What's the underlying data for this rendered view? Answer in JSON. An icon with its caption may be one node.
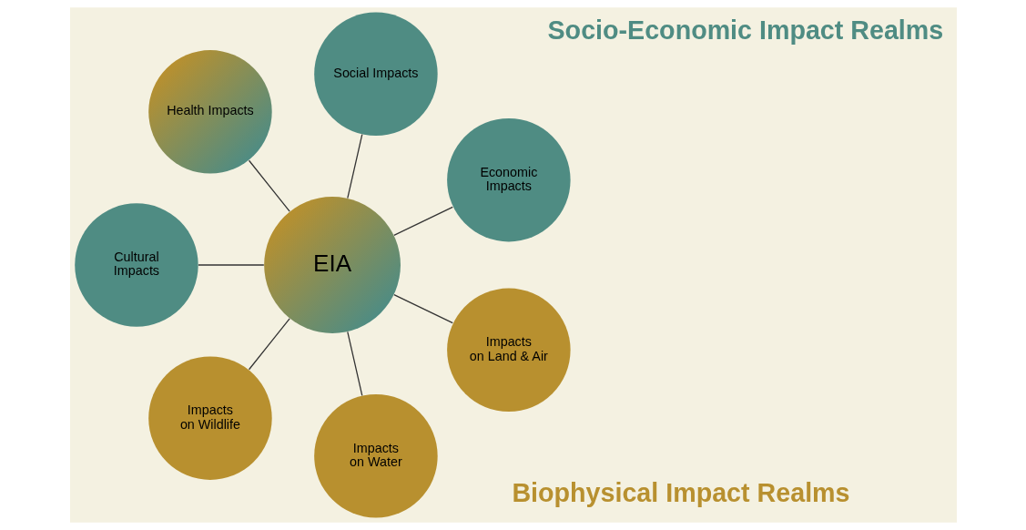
{
  "diagram": {
    "nodes": [
      {
        "text": [
          "EIA"
        ]
      },
      {
        "text": [
          "Economic Impacts"
        ]
      },
      {
        "text": [
          "Social Impacts"
        ]
      },
      {
        "text": [
          "Health Impacts"
        ]
      },
      {
        "text": [
          "Cultural Impacts"
        ]
      },
      {
        "text": [
          "Impacts on Wildlife"
        ]
      },
      {
        "text": [
          "Impacts on Water"
        ]
      },
      {
        "text": [
          "Impacts on Land & Air"
        ]
      }
    ],
    "edges": [
      {
        "from": 0,
        "to": 1,
        "arrow": "none"
      },
      {
        "from": 0,
        "to": 2,
        "arrow": "none"
      },
      {
        "from": 0,
        "to": 3,
        "arrow": "none"
      },
      {
        "from": 0,
        "to": 4,
        "arrow": "none"
      },
      {
        "from": 0,
        "to": 5,
        "arrow": "none"
      },
      {
        "from": 0,
        "to": 6,
        "arrow": "none"
      },
      {
        "from": 0,
        "to": 7,
        "arrow": "none"
      }
    ],
    "labels": [
      "Socio-Economic Impact Realms",
      "Biophysical Impact Realms"
    ]
  }
}
